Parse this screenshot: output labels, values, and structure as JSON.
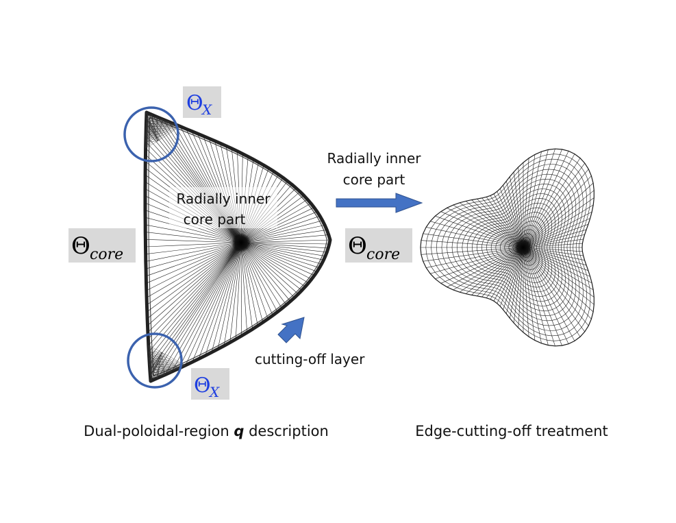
{
  "labels": {
    "theta_x_top": {
      "main": "Θ",
      "sub": "X"
    },
    "theta_x_bottom": {
      "main": "Θ",
      "sub": "X"
    },
    "theta_core_left": {
      "main": "Θ",
      "sub": "core"
    },
    "theta_core_right": {
      "main": "Θ",
      "sub": "core"
    },
    "inner_core_left": [
      "Radially inner",
      "core part"
    ],
    "inner_core_arrow": [
      "Radially inner",
      "core part"
    ],
    "cutting_layer": "cutting-off layer",
    "caption_left": {
      "before": "Dual-poloidal-region ",
      "italic": "q",
      "after": " description"
    },
    "caption_right": "Edge-cutting-off treatment"
  },
  "colors": {
    "accent_blue": "#4472C4",
    "circle_blue": "#3B62AE",
    "theta_x_text": "#1E3FE0",
    "label_box": "#D9D9D9",
    "mesh_line": "#1a1a1a"
  }
}
